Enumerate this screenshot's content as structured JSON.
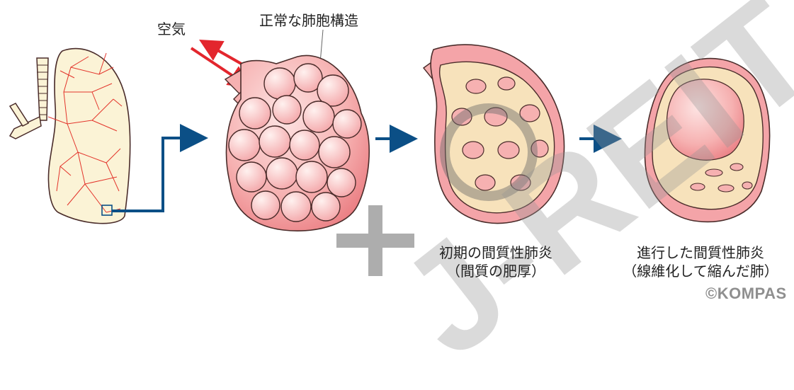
{
  "labels": {
    "air": "空気",
    "normal_alveoli": "正常な肺胞構造",
    "early": {
      "line1": "初期の間質性肺炎",
      "line2": "（間質の肥厚）"
    },
    "advanced": {
      "line1": "進行した間質性肺炎",
      "line2": "（線維化して縮んだ肺）"
    }
  },
  "copyright": "©KOMPAS",
  "watermark": "J-REIT",
  "colors": {
    "arrow_blue": "#0b4f86",
    "air_arrow_red": "#e3262d",
    "lung_fill": "#fbf3d6",
    "vessel_red": "#e3342b",
    "alveoli_pink": "#f5a9ab",
    "interstitium_tan": "#f7e2bb",
    "outline": "#4a2c2a"
  }
}
